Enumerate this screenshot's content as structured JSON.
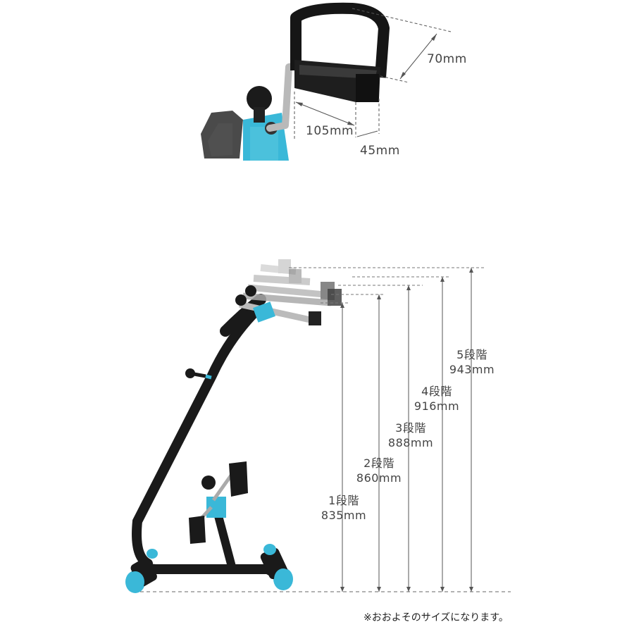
{
  "pedal_dimensions": {
    "height": "70mm",
    "width": "105mm",
    "depth": "45mm"
  },
  "height_levels": [
    {
      "level": "1段階",
      "height": "835mm"
    },
    {
      "level": "2段階",
      "height": "860mm"
    },
    {
      "level": "3段階",
      "height": "888mm"
    },
    {
      "level": "4段階",
      "height": "916mm"
    },
    {
      "level": "5段階",
      "height": "943mm"
    }
  ],
  "note": "※おおよそのサイズになります。",
  "colors": {
    "frame": "#1a1a1a",
    "accent": "#3ab8d8",
    "metal": "#a9a9a9",
    "dim_line": "#555555"
  }
}
